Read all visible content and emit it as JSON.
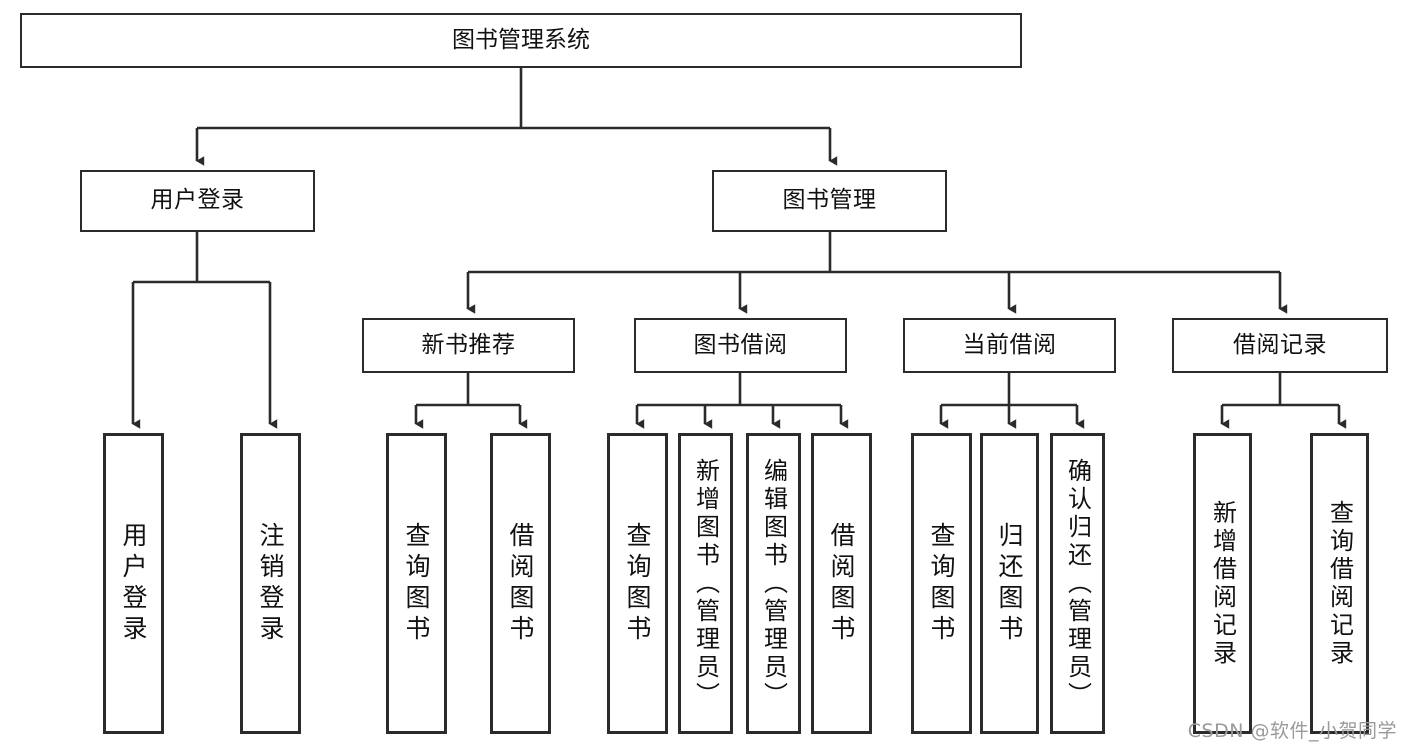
{
  "diagram": {
    "type": "tree-hierarchy",
    "title": "图书管理系统",
    "watermark": "CSDN @软件_小贺同学",
    "colors": {
      "background": "#ffffff",
      "stroke": "#2b2b2b",
      "text": "#111111",
      "watermark": "#9a9a9a"
    },
    "root": {
      "label": "图书管理系统"
    },
    "level2": [
      {
        "id": "user-login",
        "label": "用户登录"
      },
      {
        "id": "book-manage",
        "label": "图书管理"
      }
    ],
    "level3": [
      {
        "id": "new-book-recommend",
        "label": "新书推荐",
        "parent": "book-manage"
      },
      {
        "id": "book-borrow",
        "label": "图书借阅",
        "parent": "book-manage"
      },
      {
        "id": "current-borrow",
        "label": "当前借阅",
        "parent": "book-manage"
      },
      {
        "id": "borrow-record",
        "label": "借阅记录",
        "parent": "book-manage"
      }
    ],
    "leaves": [
      {
        "id": "leaf-user-login",
        "label": "用户登录",
        "parent": "user-login"
      },
      {
        "id": "leaf-logout-login",
        "label": "注销登录",
        "parent": "user-login"
      },
      {
        "id": "leaf-query-book-1",
        "label": "查询图书",
        "parent": "new-book-recommend"
      },
      {
        "id": "leaf-borrow-book-1",
        "label": "借阅图书",
        "parent": "new-book-recommend"
      },
      {
        "id": "leaf-query-book-2",
        "label": "查询图书",
        "parent": "book-borrow"
      },
      {
        "id": "leaf-add-book",
        "label": "新增图书（管理员）",
        "parent": "book-borrow"
      },
      {
        "id": "leaf-edit-book",
        "label": "编辑图书（管理员）",
        "parent": "book-borrow"
      },
      {
        "id": "leaf-borrow-book-2",
        "label": "借阅图书",
        "parent": "book-borrow"
      },
      {
        "id": "leaf-query-book-3",
        "label": "查询图书",
        "parent": "current-borrow"
      },
      {
        "id": "leaf-return-book",
        "label": "归还图书",
        "parent": "current-borrow"
      },
      {
        "id": "leaf-confirm-return",
        "label": "确认归还（管理员）",
        "parent": "current-borrow"
      },
      {
        "id": "leaf-add-record",
        "label": "新增借阅记录",
        "parent": "borrow-record"
      },
      {
        "id": "leaf-query-record",
        "label": "查询借阅记录",
        "parent": "borrow-record"
      }
    ]
  }
}
